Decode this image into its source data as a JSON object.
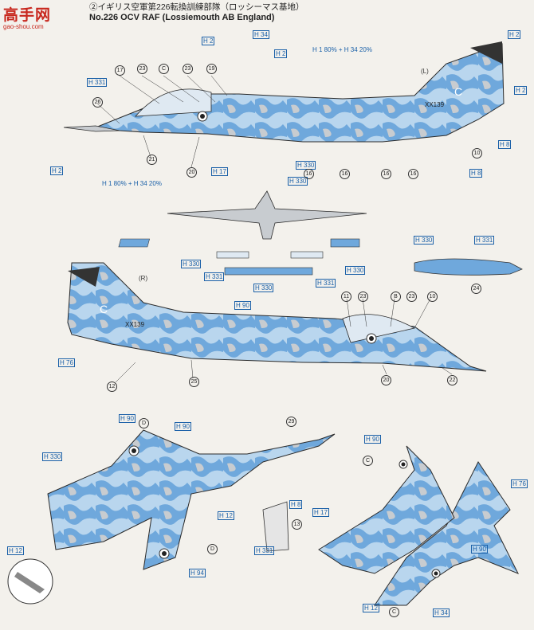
{
  "logo": {
    "text": "高手网",
    "url": "gao-shou.com"
  },
  "header": {
    "line1": "②イギリス空軍第226転換訓練部隊（ロッシーマス基地）",
    "line2": "No.226 OCV RAF (Lossiemouth AB England)"
  },
  "labels": {
    "h2": "H 2",
    "h34": "H 34",
    "h331": "H 331",
    "h330": "H 330",
    "h17": "H 17",
    "h8": "H 8",
    "h90": "H 90",
    "h76": "H 76",
    "h12": "H 12",
    "h94": "H 94",
    "mix": "H 1 80% + H 34 20%",
    "L": "(L)",
    "R": "(R)",
    "serial": "XX139",
    "tail_letter": "C"
  },
  "callouts": [
    "17",
    "23",
    "C",
    "23",
    "19",
    "26",
    "21",
    "20",
    "16",
    "16",
    "16",
    "16",
    "10",
    "11",
    "23",
    "B",
    "23",
    "10",
    "12",
    "25",
    "20",
    "22",
    "24",
    "13",
    "D",
    "D",
    "C",
    "C",
    "29"
  ],
  "colors": {
    "light_blue": "#6fa8dc",
    "pale_blue": "#b9d6ee",
    "grey": "#c8ccd0",
    "line": "#2a2a2a",
    "accent": "#1a60a8"
  }
}
